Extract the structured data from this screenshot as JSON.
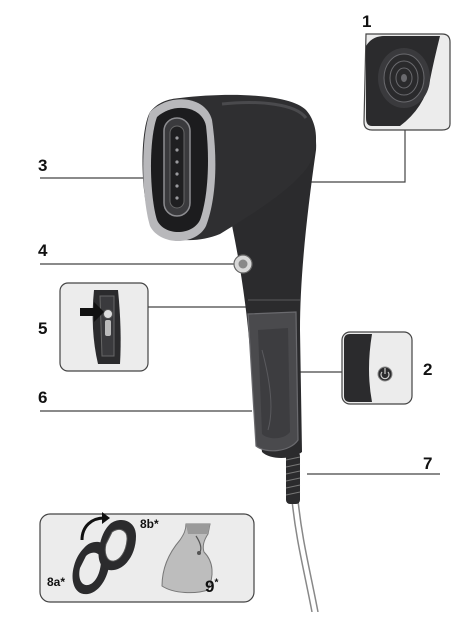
{
  "labels": {
    "l1": "1",
    "l2": "2",
    "l3": "3",
    "l4": "4",
    "l5": "5",
    "l6": "6",
    "l7": "7"
  },
  "accessories": {
    "a8a": "8a*",
    "a8b": "8b*",
    "a9": "9",
    "a9_mark": "*"
  },
  "colors": {
    "body": "#2b2b2d",
    "body_dark": "#1c1c1e",
    "ring": "#b8b8bb",
    "inset_bg": "#ececec",
    "line": "#444444"
  }
}
